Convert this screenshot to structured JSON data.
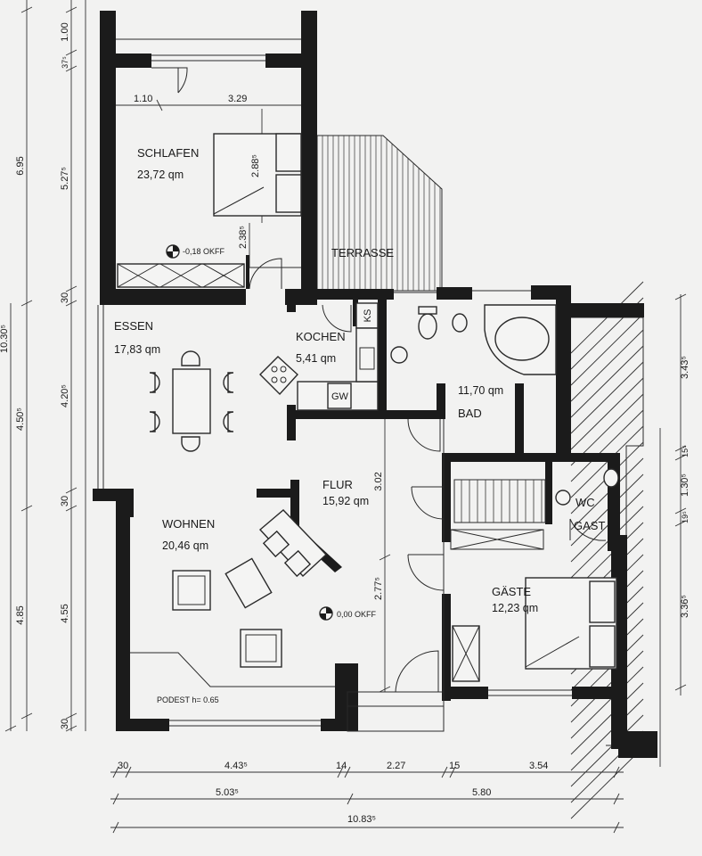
{
  "rooms": {
    "schlafen": {
      "name": "SCHLAFEN",
      "area": "23,72 qm",
      "level": "-0,18 OKFF"
    },
    "terrasse": {
      "name": "TERRASSE"
    },
    "essen": {
      "name": "ESSEN",
      "area": "17,83 qm"
    },
    "kochen": {
      "name": "KOCHEN",
      "area": "5,41 qm",
      "ks": "KS",
      "gw": "GW"
    },
    "bad": {
      "name": "BAD",
      "area": "11,70 qm"
    },
    "flur": {
      "name": "FLUR",
      "area": "15,92 qm"
    },
    "wohnen": {
      "name": "WOHNEN",
      "area": "20,46 qm",
      "level": "0,00 OKFF",
      "podest": "PODEST h= 0.65"
    },
    "wc": {
      "name_line1": "WC",
      "name_line2": "GAST"
    },
    "gaeste": {
      "name": "GÄSTE",
      "area": "12,23 qm"
    }
  },
  "dims": {
    "bottom_row1": [
      "30",
      "4.43⁵",
      "14",
      "2.27",
      "15",
      "3.54"
    ],
    "bottom_row2": [
      "5.03⁵",
      "5.80"
    ],
    "bottom_row3": [
      "10.83⁵"
    ],
    "left_outer": [
      "6.95",
      "4.50⁵",
      "4.85"
    ],
    "left_mid": [
      "1.00",
      "37⁵",
      "5.27⁵",
      "30",
      "4.20⁵",
      "30",
      "4.55",
      "30"
    ],
    "left_far": "10.30⁵",
    "schlafen_inner": [
      "1.10",
      "3.29",
      "2.88⁵",
      "2.38⁵"
    ],
    "flur_inner": [
      "3.02",
      "2.77⁵"
    ],
    "right": [
      "3.43⁵",
      "15⁵",
      "1.30⁵",
      "19⁵",
      "3.36⁵"
    ]
  },
  "colors": {
    "wall": "#1b1b1b",
    "paper": "#f2f2f1",
    "line": "#2a2a2a"
  }
}
